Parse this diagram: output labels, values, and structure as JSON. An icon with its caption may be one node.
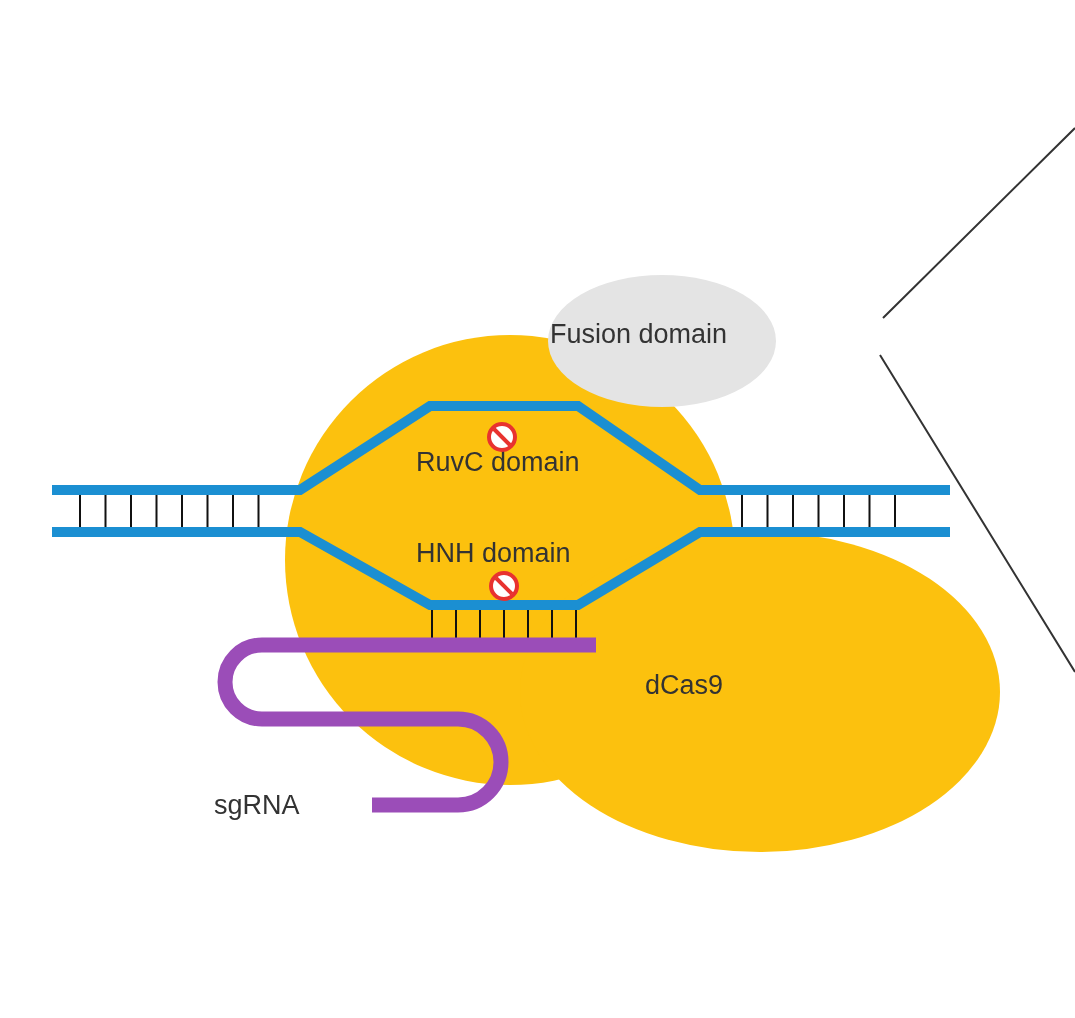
{
  "diagram": {
    "nodes": [
      {
        "text": [
          "Fusion domain"
        ]
      },
      {
        "text": [
          "dCas9"
        ]
      }
    ],
    "edges": [],
    "labels": [
      "RuvC domain",
      "HNH domain",
      "sgRNA"
    ]
  }
}
